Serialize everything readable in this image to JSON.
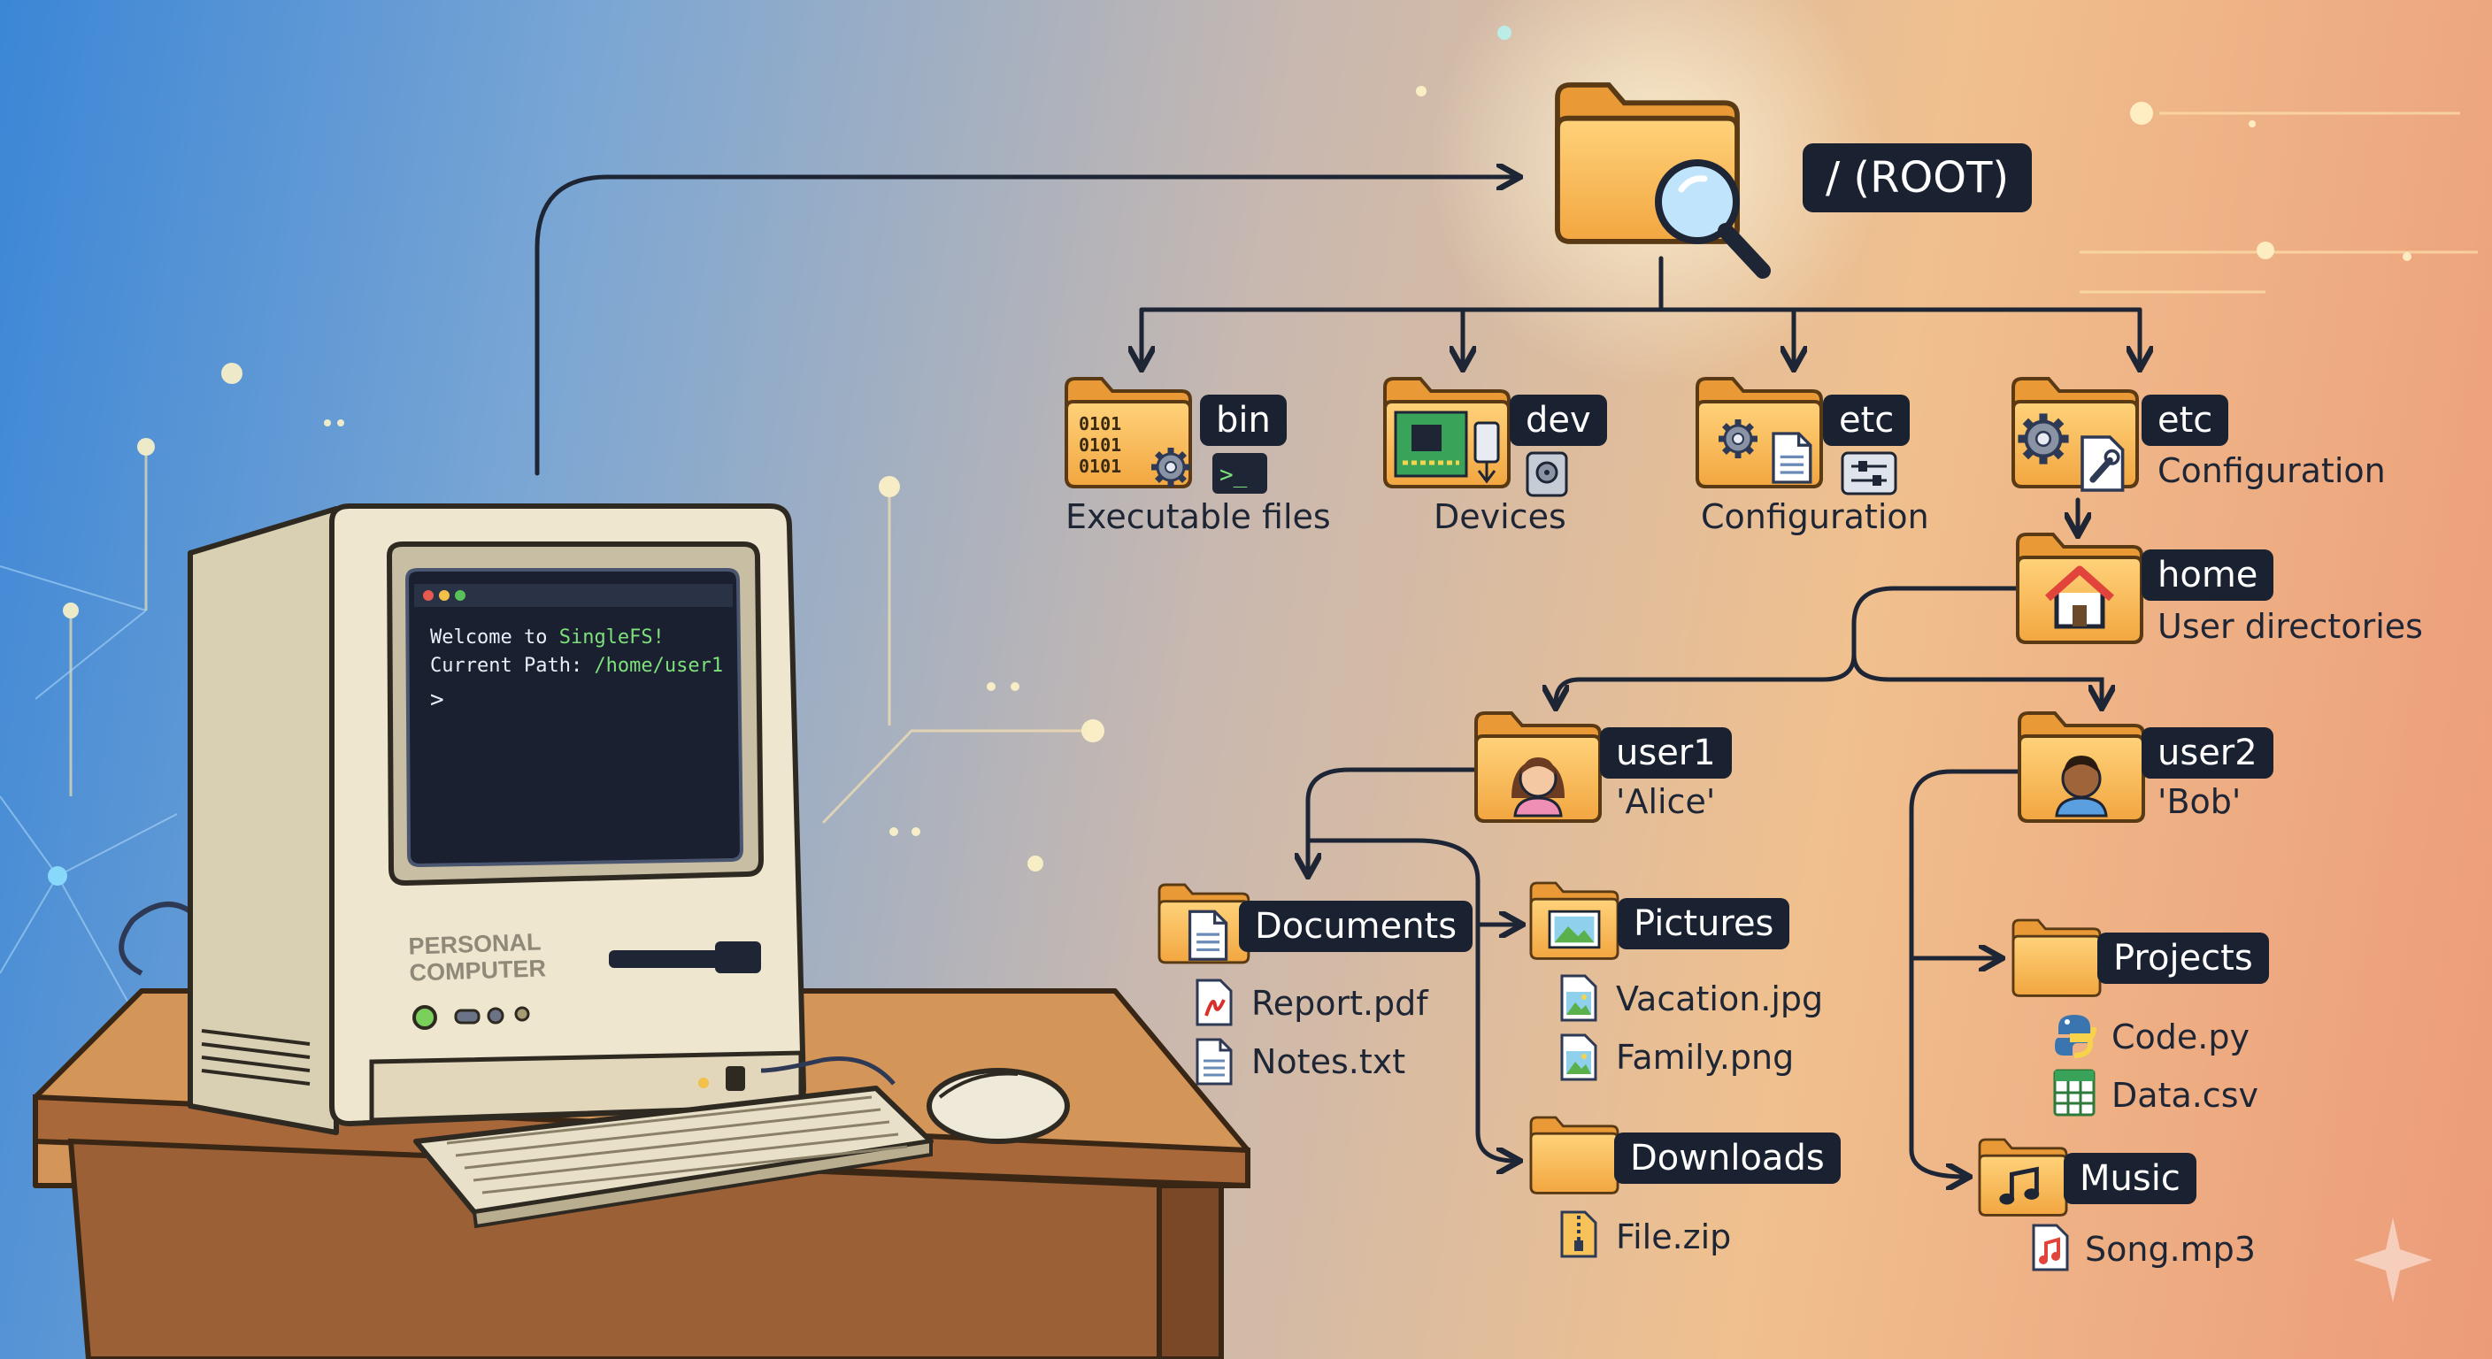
{
  "root": {
    "label": "/ (ROOT)"
  },
  "level1": [
    {
      "name": "bin",
      "desc": "Executable files",
      "icon": "binary-gear-folder-icon"
    },
    {
      "name": "dev",
      "desc": "Devices",
      "icon": "device-folder-icon"
    },
    {
      "name": "etc",
      "desc": "Configuration",
      "icon": "config-folder-icon"
    },
    {
      "name": "etc",
      "desc": "Configuration",
      "icon": "config-folder-icon"
    }
  ],
  "home": {
    "name": "home",
    "desc": "User directories"
  },
  "users": [
    {
      "name": "user1",
      "desc": "'Alice'"
    },
    {
      "name": "user2",
      "desc": "'Bob'"
    }
  ],
  "user1_folders": {
    "documents": {
      "name": "Documents",
      "files": [
        "Report.pdf",
        "Notes.txt"
      ]
    },
    "pictures": {
      "name": "Pictures",
      "files": [
        "Vacation.jpg",
        "Family.png"
      ]
    },
    "downloads": {
      "name": "Downloads",
      "files": [
        "File.zip"
      ]
    }
  },
  "user2_folders": {
    "projects": {
      "name": "Projects",
      "files": [
        "Code.py",
        "Data.csv"
      ]
    },
    "music": {
      "name": "Music",
      "files": [
        "Song.mp3"
      ]
    }
  },
  "computer": {
    "brand_line1": "PERSONAL",
    "brand_line2": "COMPUTER",
    "terminal": {
      "welcome_prefix": "Welcome to ",
      "welcome_name": "SingleFS!",
      "path_prefix": "Current Path: ",
      "path_value": "/home/user1",
      "prompt": ">"
    }
  },
  "colors": {
    "label_bg": "#1a2231",
    "folder": "#f7b955",
    "text": "#1e2636"
  }
}
